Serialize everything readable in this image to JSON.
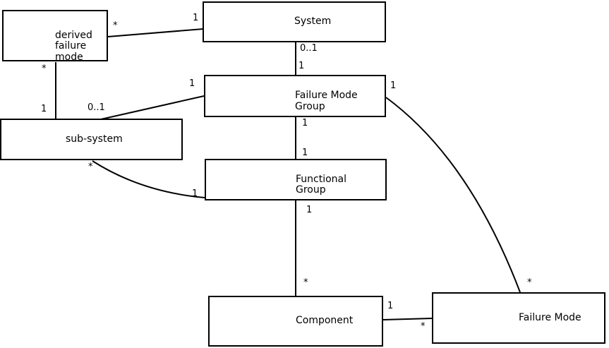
{
  "diagram": {
    "background_color": "#ffffff",
    "line_color": "#000000",
    "text_color": "#000000",
    "nodes": {
      "derived_failure_mode": {
        "label": "derived\nfailure\nmode"
      },
      "system": {
        "label": "System"
      },
      "failure_mode_group": {
        "label": "Failure Mode\nGroup"
      },
      "sub_system": {
        "label": "sub-system"
      },
      "functional_group": {
        "label": "Functional\nGroup"
      },
      "component": {
        "label": "Component"
      },
      "failure_mode": {
        "label": "Failure Mode"
      }
    },
    "edges": {
      "derived_failure_mode__system": {
        "from": "derived failure mode",
        "to": "System",
        "from_multiplicity": "*",
        "to_multiplicity": "1"
      },
      "derived_failure_mode__sub_system": {
        "from": "derived failure mode",
        "to": "sub-system",
        "from_multiplicity": "*",
        "to_multiplicity": "1"
      },
      "system__failure_mode_group": {
        "from": "System",
        "to": "Failure Mode Group",
        "from_multiplicity": "0..1",
        "to_multiplicity": "1"
      },
      "failure_mode_group__sub_system": {
        "from": "Failure Mode Group",
        "to": "sub-system",
        "from_multiplicity": "1",
        "to_multiplicity": "0..1"
      },
      "failure_mode_group__functional_group": {
        "from": "Failure Mode Group",
        "to": "Functional Group",
        "from_multiplicity": "1",
        "to_multiplicity": "1"
      },
      "sub_system__functional_group": {
        "from": "sub-system",
        "to": "Functional Group",
        "from_multiplicity": "*",
        "to_multiplicity": "1"
      },
      "functional_group__component": {
        "from": "Functional Group",
        "to": "Component",
        "from_multiplicity": "1",
        "to_multiplicity": "*"
      },
      "component__failure_mode": {
        "from": "Component",
        "to": "Failure Mode",
        "from_multiplicity": "1",
        "to_multiplicity": "*"
      },
      "failure_mode_group__failure_mode": {
        "from": "Failure Mode Group",
        "to": "Failure Mode",
        "from_multiplicity": "1",
        "to_multiplicity": "*"
      }
    }
  }
}
